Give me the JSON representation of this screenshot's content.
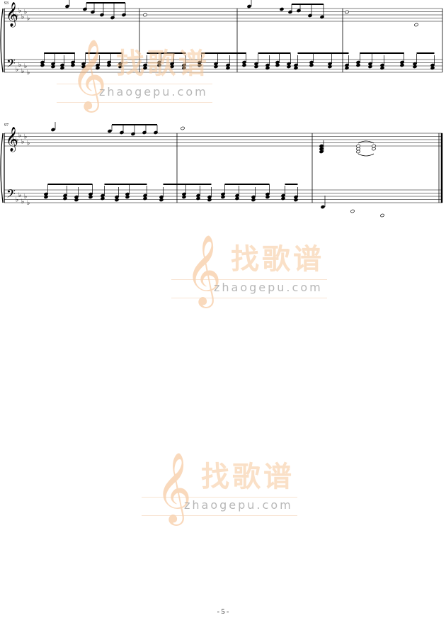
{
  "score": {
    "systems": [
      {
        "measure_number": "93",
        "measures": 4
      },
      {
        "measure_number": "97",
        "measures": 3
      }
    ]
  },
  "watermark": {
    "logo_text": "找歌谱",
    "url": "zhaogepu.com",
    "colors": {
      "logo": "#f6c89a",
      "accent": "#8fc6ea",
      "url": "#9a9a9a"
    }
  },
  "page_number": "- 5 -"
}
